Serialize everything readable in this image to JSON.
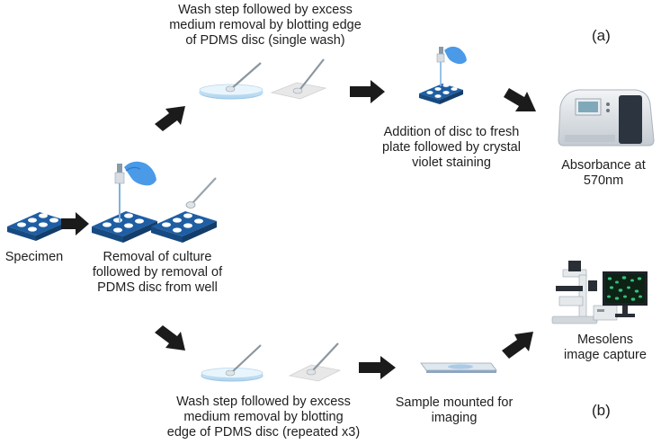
{
  "labels": {
    "specimen": "Specimen",
    "removal": "Removal of culture\nfollowed by removal of\nPDMS disc from well",
    "wash_single": "Wash step followed by excess\nmedium removal by blotting edge\nof PDMS disc (single wash)",
    "addition": "Addition of disc to fresh\nplate followed by crystal\nviolet staining",
    "absorbance": "Absorbance at\n570nm",
    "wash_repeat": "Wash step followed by excess\nmedium removal by blotting\nedge of PDMS disc (repeated x3)",
    "mounted": "Sample mounted for\nimaging",
    "mesolens": "Mesolens\nimage capture"
  },
  "panel_tags": {
    "a": "(a)",
    "b": "(b)"
  },
  "icons": [
    "well-plate-icon",
    "pipette-icon",
    "gloved-hand-icon",
    "spatula-icon",
    "petri-dish-icon",
    "blotting-paper-icon",
    "spectrophotometer-icon",
    "microscope-slide-icon",
    "microscope-icon",
    "monitor-icon"
  ],
  "colors": {
    "plate": "#2f6fb5",
    "arrow": "#1b1b1b",
    "glove": "#4a9ae8",
    "dish": "#cfe6f7",
    "instrument": "#d9dee3",
    "cells": "#33c27a"
  }
}
